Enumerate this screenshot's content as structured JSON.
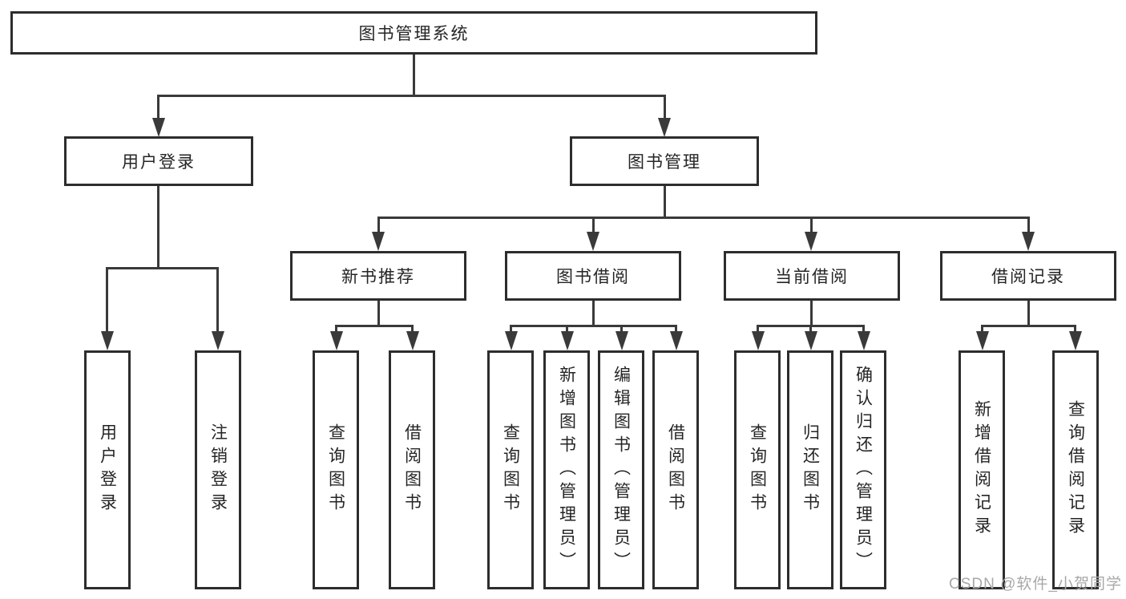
{
  "title": "图书管理系统",
  "tree": {
    "root": {
      "label": "图书管理系统"
    },
    "branches": [
      {
        "label": "用户登录",
        "children": [
          {
            "label": "用户登录"
          },
          {
            "label": "注销登录"
          }
        ]
      },
      {
        "label": "图书管理",
        "children": [
          {
            "label": "新书推荐",
            "children": [
              {
                "label": "查询图书"
              },
              {
                "label": "借阅图书"
              }
            ]
          },
          {
            "label": "图书借阅",
            "children": [
              {
                "label": "查询图书"
              },
              {
                "label": "新增图书（管理员）"
              },
              {
                "label": "编辑图书（管理员）"
              },
              {
                "label": "借阅图书"
              }
            ]
          },
          {
            "label": "当前借阅",
            "children": [
              {
                "label": "查询图书"
              },
              {
                "label": "归还图书"
              },
              {
                "label": "确认归还（管理员）"
              }
            ]
          },
          {
            "label": "借阅记录",
            "children": [
              {
                "label": "新增借阅记录"
              },
              {
                "label": "查询借阅记录"
              }
            ]
          }
        ]
      }
    ]
  },
  "watermark": "CSDN @软件_小贺同学",
  "colors": {
    "line": "#3a3a3a",
    "box_border": "#2d2d2d",
    "text": "#252525",
    "watermark": "#a8a8a8",
    "background": "#ffffff"
  }
}
